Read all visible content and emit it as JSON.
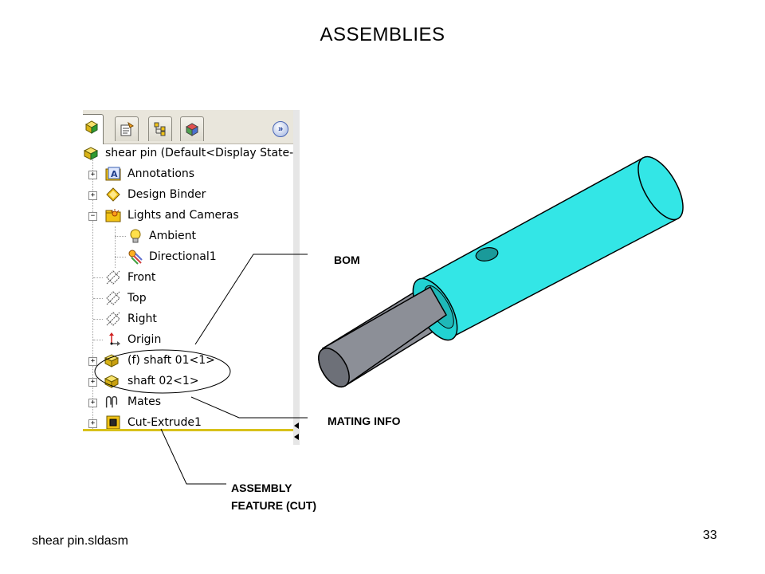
{
  "slide": {
    "title": "ASSEMBLIES",
    "filename": "shear pin.sldasm",
    "page_number": "33"
  },
  "feature_manager": {
    "tabs": [
      {
        "name": "featuremanager-tab",
        "icon": "assembly-cube-icon",
        "active": true
      },
      {
        "name": "propertymanager-tab",
        "icon": "property-sheet-icon",
        "active": false
      },
      {
        "name": "configurationmanager-tab",
        "icon": "configuration-icon",
        "active": false
      },
      {
        "name": "displaymanager-tab",
        "icon": "display-appearance-icon",
        "active": false
      }
    ],
    "expand_label": "»",
    "root": "shear pin  (Default<Display State-",
    "items": [
      {
        "label": "Annotations",
        "icon": "annotation-a-icon",
        "toggle": "+"
      },
      {
        "label": "Design Binder",
        "icon": "design-binder-icon",
        "toggle": "+"
      },
      {
        "label": "Lights and Cameras",
        "icon": "lights-folder-icon",
        "toggle": "−"
      },
      {
        "label": "Ambient",
        "icon": "lightbulb-icon",
        "toggle": ""
      },
      {
        "label": "Directional1",
        "icon": "directional-light-icon",
        "toggle": ""
      },
      {
        "label": "Front",
        "icon": "plane-icon",
        "toggle": ""
      },
      {
        "label": "Top",
        "icon": "plane-icon",
        "toggle": ""
      },
      {
        "label": "Right",
        "icon": "plane-icon",
        "toggle": ""
      },
      {
        "label": "Origin",
        "icon": "origin-icon",
        "toggle": ""
      },
      {
        "label": "(f) shaft  01<1>",
        "icon": "part-component-icon",
        "toggle": "+"
      },
      {
        "label": "shaft  02<1>",
        "icon": "part-component-icon",
        "toggle": "+"
      },
      {
        "label": "Mates",
        "icon": "mates-icon",
        "toggle": "+"
      },
      {
        "label": "Cut-Extrude1",
        "icon": "cut-extrude-icon",
        "toggle": "+"
      }
    ]
  },
  "callouts": {
    "bom": "BOM",
    "mating_info": "MATING INFO",
    "assembly_feature_line1": "ASSEMBLY",
    "assembly_feature_line2": "FEATURE (CUT)"
  },
  "colors": {
    "outer_tube": "#33e6e6",
    "inner_shaft": "#8c8f97",
    "binder_yellow": "#f2c316",
    "tab_blue": "#3a5fb0"
  }
}
